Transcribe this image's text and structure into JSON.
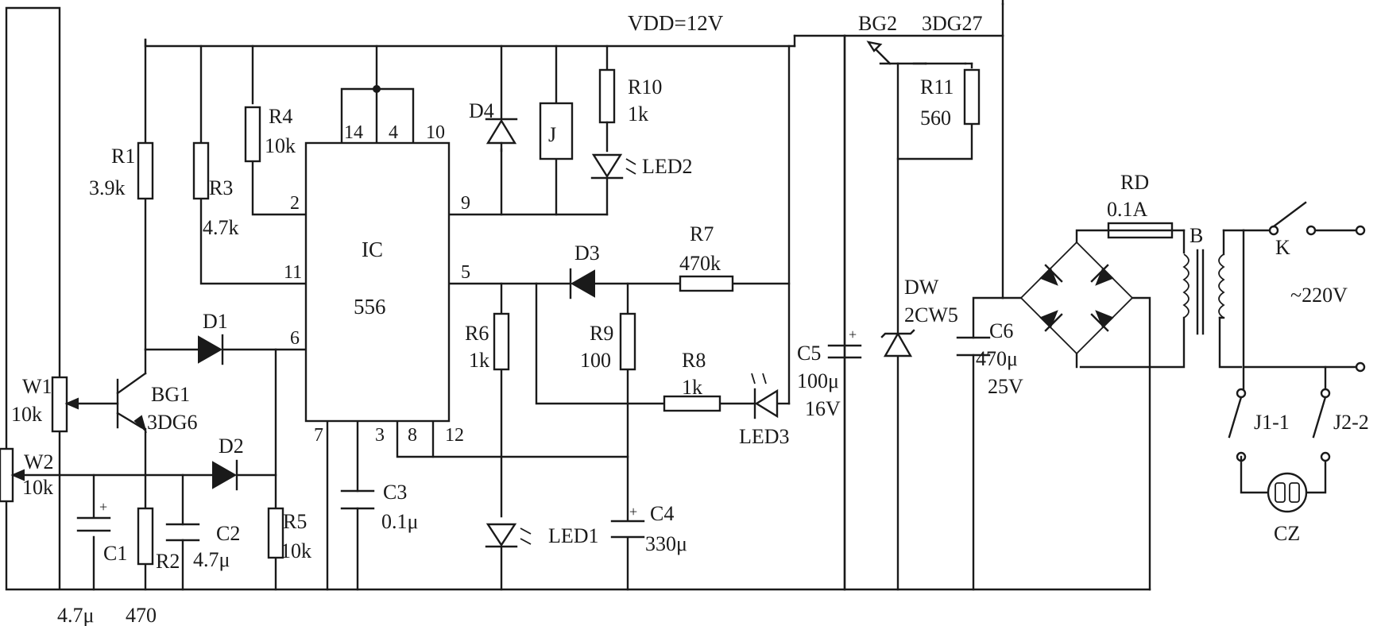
{
  "supply": {
    "vdd": "VDD=12V"
  },
  "ic": {
    "name": "IC",
    "part": "556",
    "pins": {
      "p14": "14",
      "p4": "4",
      "p10": "10",
      "p2": "2",
      "p11": "11",
      "p6": "6",
      "p9": "9",
      "p5": "5",
      "p7": "7",
      "p3": "3",
      "p8": "8",
      "p12": "12"
    }
  },
  "resistors": {
    "r1": {
      "name": "R1",
      "value": "3.9k"
    },
    "r2": {
      "name": "R2",
      "value": "470"
    },
    "r3": {
      "name": "R3",
      "value": "4.7k"
    },
    "r4": {
      "name": "R4",
      "value": "10k"
    },
    "r5": {
      "name": "R5",
      "value": "10k"
    },
    "r6": {
      "name": "R6",
      "value": "1k"
    },
    "r7": {
      "name": "R7",
      "value": "470k"
    },
    "r8": {
      "name": "R8",
      "value": "1k"
    },
    "r9": {
      "name": "R9",
      "value": "100"
    },
    "r10": {
      "name": "R10",
      "value": "1k"
    },
    "r11": {
      "name": "R11",
      "value": "560"
    }
  },
  "pots": {
    "w1": {
      "name": "W1",
      "value": "10k"
    },
    "w2": {
      "name": "W2",
      "value": "10k"
    }
  },
  "capacitors": {
    "c1": {
      "name": "C1",
      "value": "4.7μ"
    },
    "c2": {
      "name": "C2",
      "value": "4.7μ"
    },
    "c3": {
      "name": "C3",
      "value": "0.1μ"
    },
    "c4": {
      "name": "C4",
      "value": "330μ"
    },
    "c5": {
      "name": "C5",
      "value": "100μ",
      "voltage": "16V"
    },
    "c6": {
      "name": "C6",
      "value": "470μ",
      "voltage": "25V"
    }
  },
  "diodes": {
    "d1": "D1",
    "d2": "D2",
    "d3": "D3",
    "d4": "D4",
    "dw": {
      "name": "DW",
      "part": "2CW5"
    }
  },
  "leds": {
    "led1": "LED1",
    "led2": "LED2",
    "led3": "LED3"
  },
  "transistors": {
    "bg1": {
      "name": "BG1",
      "part": "3DG6"
    },
    "bg2": {
      "name": "BG2",
      "part": "3DG27"
    }
  },
  "relay": {
    "coil": "J",
    "contact1": "J1-1",
    "contact2": "J2-2"
  },
  "fuse": {
    "name": "RD",
    "value": "0.1A"
  },
  "transformer": {
    "name": "B"
  },
  "switch": {
    "name": "K"
  },
  "mains": {
    "label": "~220V"
  },
  "load": {
    "name": "CZ"
  }
}
